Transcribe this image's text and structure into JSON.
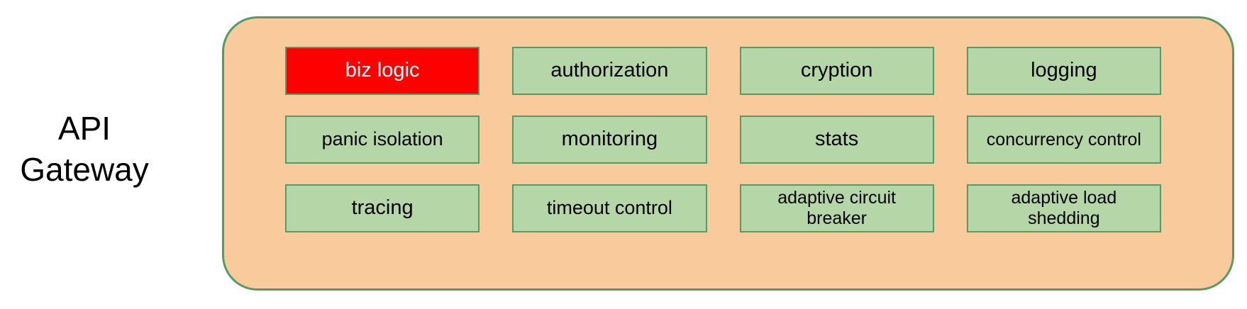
{
  "diagram": {
    "title": {
      "line1": "API",
      "line2": "Gateway"
    },
    "modules": [
      {
        "label": "biz logic",
        "highlight": true
      },
      {
        "label": "authorization",
        "highlight": false
      },
      {
        "label": "cryption",
        "highlight": false
      },
      {
        "label": "logging",
        "highlight": false
      },
      {
        "label": "panic isolation",
        "highlight": false
      },
      {
        "label": "monitoring",
        "highlight": false
      },
      {
        "label": "stats",
        "highlight": false
      },
      {
        "label": "concurrency control",
        "highlight": false
      },
      {
        "label": "tracing",
        "highlight": false
      },
      {
        "label": "timeout control",
        "highlight": false
      },
      {
        "label": "adaptive circuit breaker",
        "highlight": false
      },
      {
        "label": "adaptive load shedding",
        "highlight": false
      }
    ]
  },
  "colors": {
    "container_fill": "#f9cb9c",
    "container_border": "#559b66",
    "module_fill": "#b5d6a7",
    "module_border": "#559b66",
    "highlight_fill": "#fe0000",
    "highlight_text": "#ffffff",
    "text": "#000000"
  }
}
